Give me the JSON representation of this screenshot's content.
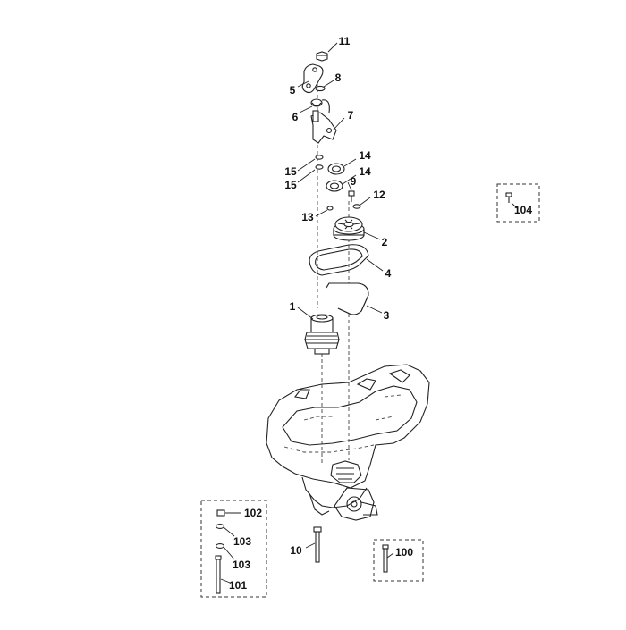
{
  "callouts": {
    "c1": "1",
    "c2": "2",
    "c3": "3",
    "c4": "4",
    "c5": "5",
    "c6": "6",
    "c7": "7",
    "c8": "8",
    "c9": "9",
    "c10": "10",
    "c11": "11",
    "c12": "12",
    "c13": "13",
    "c14a": "14",
    "c14b": "14",
    "c15a": "15",
    "c15b": "15",
    "c100": "100",
    "c101": "101",
    "c102": "102",
    "c103a": "103",
    "c103b": "103",
    "c104": "104"
  }
}
